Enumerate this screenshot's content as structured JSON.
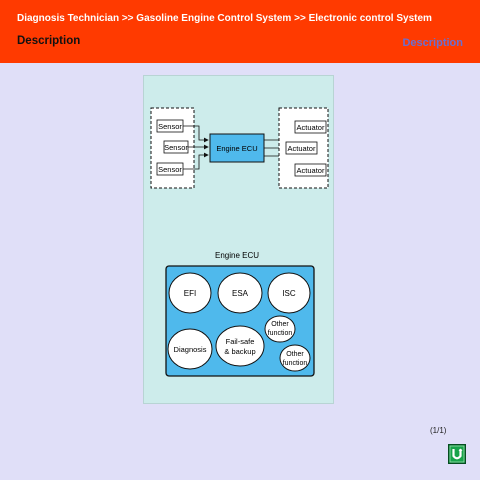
{
  "header": {
    "breadcrumb": "Diagnosis Technician >> Gasoline Engine Control System >> Electronic control System",
    "title": "Description",
    "link_label": "Description"
  },
  "diagram": {
    "sensors": [
      "Sensor",
      "Sensor",
      "Sensor"
    ],
    "ecu_label": "Engine ECU",
    "actuators": [
      "Actuator",
      "Actuator",
      "Actuator"
    ],
    "ecu_section_title": "Engine ECU",
    "functions": {
      "efi": "EFI",
      "esa": "ESA",
      "isc": "ISC",
      "diagnosis": "Diagnosis",
      "failsafe_line1": "Fail-safe",
      "failsafe_line2": "& backup",
      "other1_line1": "Other",
      "other1_line2": "function",
      "other2_line1": "Other",
      "other2_line2": "function"
    }
  },
  "footer": {
    "page_count": "(1/1)",
    "button_letter": "U"
  },
  "colors": {
    "header_bg": "#ff3a00",
    "page_bg": "#e0dff8",
    "panel_bg": "#cdeceb",
    "ecu_blue": "#4fb9ec",
    "link": "#6a6fd0",
    "button_green": "#0a7a35"
  }
}
